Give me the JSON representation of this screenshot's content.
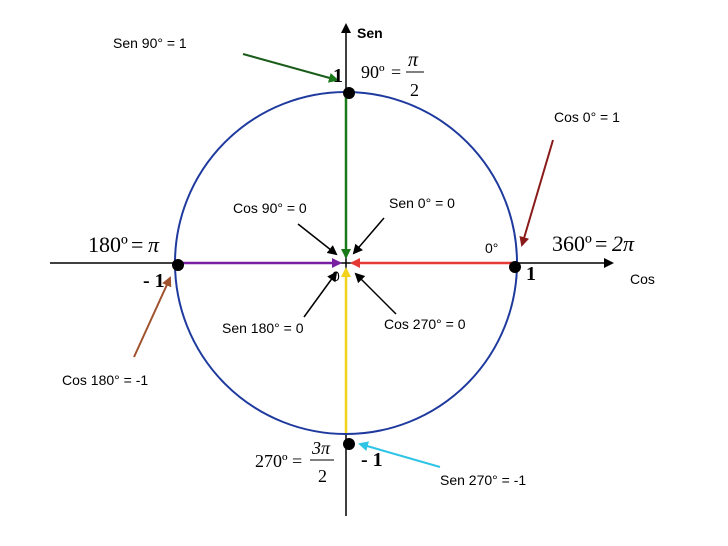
{
  "axes": {
    "sen_label": "Sen",
    "cos_label": "Cos"
  },
  "colors": {
    "circle": "#1f3a9e",
    "sen90": "#1a7a1a",
    "cos0": "#8b1a1a",
    "cos180": "#a0522d",
    "sen270": "#2ec4e6",
    "left_segment": "#7b1fa2",
    "right_segment": "#e53935",
    "down_segment": "#f2d21b"
  },
  "axis_values": {
    "top_one": "1",
    "right_one": "1",
    "left_minus_one": "- 1",
    "bottom_minus_one": "- 1",
    "origin": "0",
    "zero_degree": "0°"
  },
  "angles": {
    "a90_left": "90º",
    "a90_eq": "=",
    "a90_num": "π",
    "a90_den": "2",
    "a180_left": "180º",
    "a180_eq": "=",
    "a180_right": "π",
    "a360_left": "360º",
    "a360_eq": "=",
    "a360_right": "2π",
    "a270_left": "270º",
    "a270_eq": "=",
    "a270_num": "3π",
    "a270_den": "2"
  },
  "labels": {
    "sen90": "Sen 90° = 1",
    "cos0": "Cos 0° = 1",
    "cos90": "Cos 90° = 0",
    "sen0": "Sen 0° = 0",
    "sen180": "Sen 180° = 0",
    "cos270": "Cos 270° = 0",
    "cos180": "Cos 180° = -1",
    "sen270": "Sen 270° = -1"
  }
}
